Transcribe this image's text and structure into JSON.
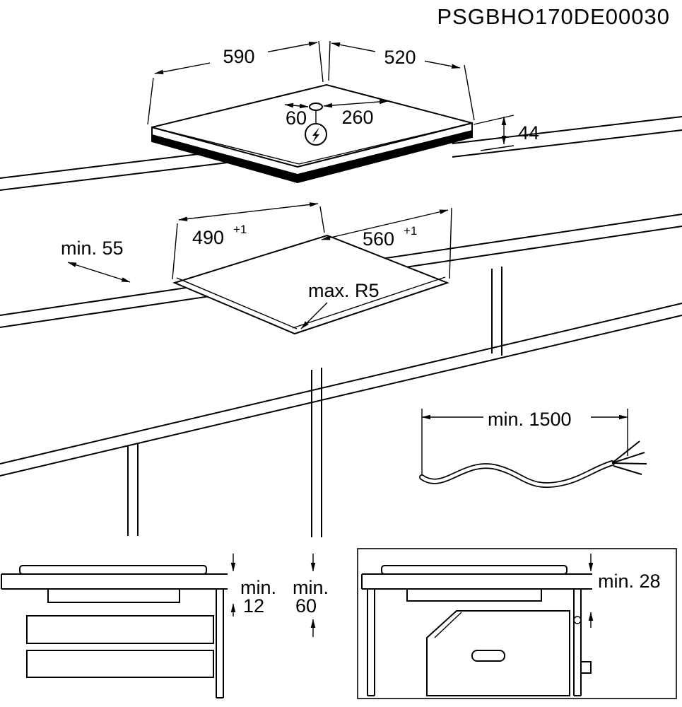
{
  "header": {
    "product_code": "PSGBHO170DE00030"
  },
  "hob_view": {
    "width": "590",
    "depth": "520",
    "height": "44",
    "cable_hole_offset_a": "60",
    "cable_hole_offset_b": "260",
    "power_symbol": "lightning-bolt"
  },
  "cutout_view": {
    "cutout_depth": "490",
    "cutout_depth_tolerance": "+1",
    "cutout_width": "560",
    "cutout_width_tolerance": "+1",
    "edge_clearance": "min. 55",
    "corner_radius": "max. R5"
  },
  "cable_view": {
    "cable_length": "min. 1500"
  },
  "drawer_view": {
    "gap_word": "min.",
    "gap_value": "12",
    "vent_word": "min.",
    "vent_value": "60"
  },
  "oven_view": {
    "gap_label": "min. 28"
  }
}
